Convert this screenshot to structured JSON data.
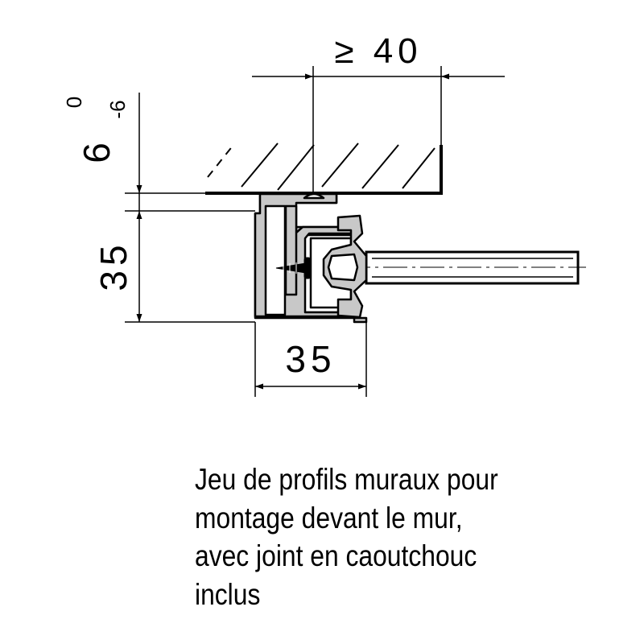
{
  "dimensions": {
    "overhang_min": "≥ 40",
    "gap_nominal": "6",
    "gap_upper_tol": "0",
    "gap_lower_tol": "-6",
    "profile_height": "35",
    "profile_width": "35"
  },
  "caption": {
    "lines": [
      "Jeu de profils muraux pour",
      "montage devant le mur,",
      "avec joint en caoutchouc",
      "inclus"
    ]
  },
  "colors": {
    "line": "#000000",
    "profile_fill": "#c8c8c8"
  }
}
